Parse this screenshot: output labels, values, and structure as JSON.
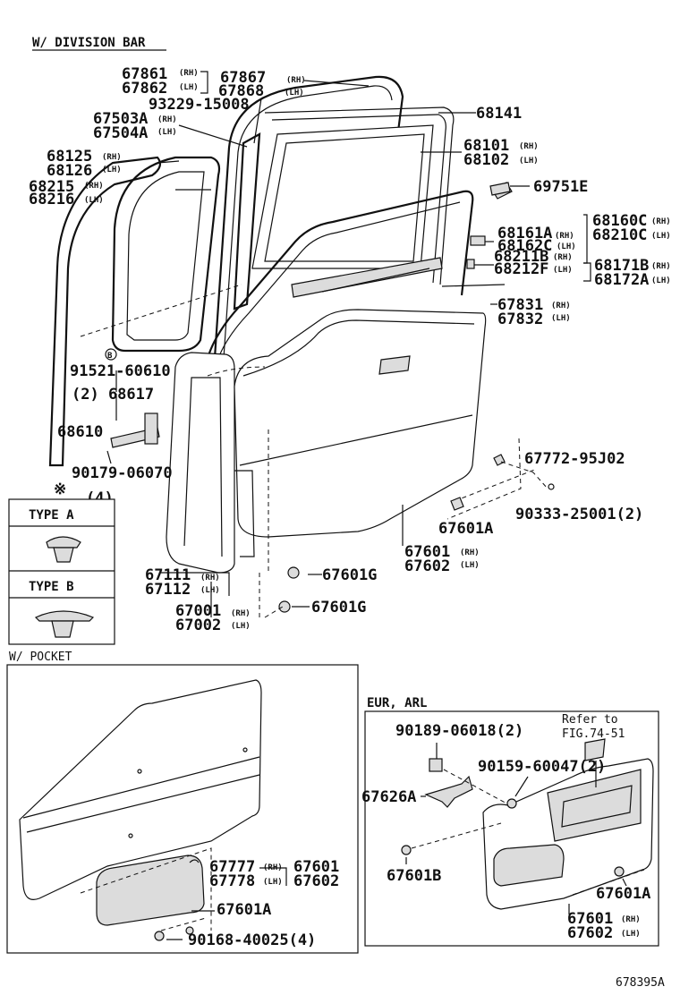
{
  "headers": {
    "division_bar": "W/ DIVISION BAR",
    "pocket": "W/ POCKET",
    "eur": "EUR, ARL"
  },
  "legend": {
    "asterisk": "※",
    "count": "(4)",
    "type_a": "TYPE A",
    "type_b": "TYPE B",
    "circle_b": "B"
  },
  "labels": {
    "l67861": "67861",
    "l67861s": "(RH)",
    "l67862": "67862",
    "l67862s": "(LH)",
    "l67867": "67867",
    "l67867s": "(RH)",
    "l67868": "67868",
    "l67868s": "(LH)",
    "l93229": "93229-15008",
    "l67503": "67503A",
    "l67503s": "(RH)",
    "l67504": "67504A",
    "l67504s": "(LH)",
    "l68141": "68141",
    "l68125": "68125",
    "l68125s": "(RH)",
    "l68126": "68126",
    "l68126s": "(LH)",
    "l68215": "68215",
    "l68215s": "(RH)",
    "l68216": "68216",
    "l68216s": "(LH)",
    "l68101": "68101",
    "l68101s": "(RH)",
    "l68102": "68102",
    "l68102s": "(LH)",
    "l69751": "69751E",
    "l68160": "68160C",
    "l68160s": "(RH)",
    "l68210": "68210C",
    "l68210s": "(LH)",
    "l68161": "68161A",
    "l68161s": "(RH)",
    "l68162": "68162C",
    "l68162s": "(LH)",
    "l68211": "68211B",
    "l68211s": "(RH)",
    "l68212": "68212F",
    "l68212s": "(LH)",
    "l68171": "68171B",
    "l68171s": "(RH)",
    "l68172": "68172A",
    "l68172s": "(LH)",
    "l67831": "67831",
    "l67831s": "(RH)",
    "l67832": "67832",
    "l67832s": "(LH)",
    "l91521": "91521-60610",
    "l68617": "(2) 68617",
    "l68610": "68610",
    "l90179": "90179-06070",
    "l67772": "67772-95J02",
    "l67601A_top": "67601A",
    "l90333": "90333-25001(2)",
    "l67601": "67601",
    "l67601s": "(RH)",
    "l67602": "67602",
    "l67602s": "(LH)",
    "l67601G_1": "67601G",
    "l67601G_2": "67601G",
    "l67111": "67111",
    "l67111s": "(RH)",
    "l67112": "67112",
    "l67112s": "(LH)",
    "l67001": "67001",
    "l67001s": "(RH)",
    "l67002": "67002",
    "l67002s": "(LH)",
    "p67777": "67777",
    "p67777s": "(RH)",
    "p67778": "67778",
    "p67778s": "(LH)",
    "p67601": "67601",
    "p67602": "67602",
    "p67601A": "67601A",
    "p90168": "90168-40025(4)",
    "e90189": "90189-06018(2)",
    "e_refer1": "Refer to",
    "e_refer2": "FIG.74-51",
    "e90159": "90159-60047(2)",
    "e67626": "67626A",
    "e67601B": "67601B",
    "e67601A": "67601A",
    "e67601": "67601",
    "e67601s": "(RH)",
    "e67602": "67602",
    "e67602s": "(LH)",
    "footer": "678395A"
  }
}
